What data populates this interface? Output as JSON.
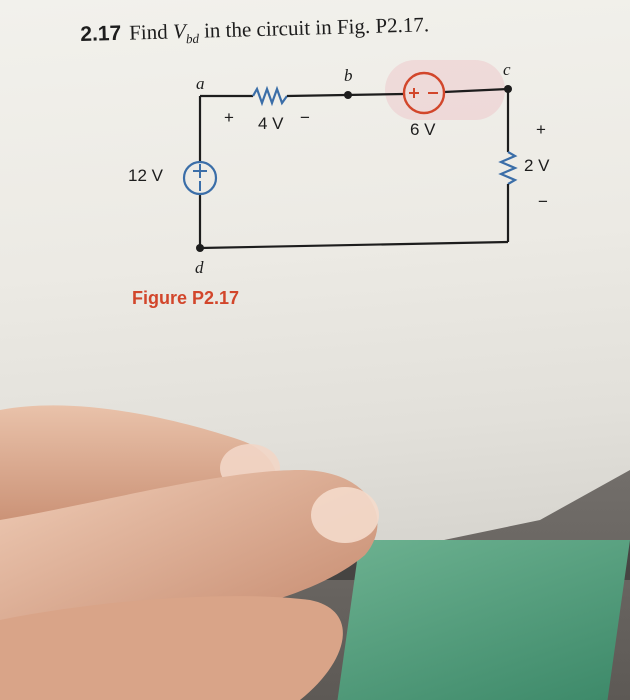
{
  "problem": {
    "number": "2.17",
    "text_before": "Find ",
    "var_main": "V",
    "var_sub": "bd",
    "text_after": " in the circuit in Fig. P2.17."
  },
  "circuit": {
    "node_a": "a",
    "node_b": "b",
    "node_c": "c",
    "node_d": "d",
    "source_12v": "12 V",
    "resistor_4v": "4 V",
    "source_6v": "6 V",
    "resistor_2v": "2 V",
    "plus": "+",
    "minus": "−"
  },
  "caption": "Figure P2.17",
  "colors": {
    "accent": "#d2462b",
    "wire": "#1d1d1d",
    "circuit_blue": "#3b6ea8"
  }
}
